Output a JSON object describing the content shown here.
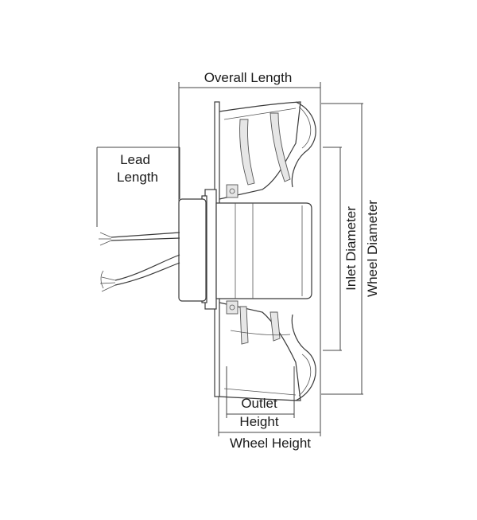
{
  "labels": {
    "overall_length": "Overall Length",
    "lead_length_line1": "Lead",
    "lead_length_line2": "Length",
    "inlet_diameter": "Inlet Diameter",
    "wheel_diameter": "Wheel Diameter",
    "outlet_height_line1": "Outlet",
    "outlet_height_line2": "Height",
    "wheel_height": "Wheel Height"
  },
  "colors": {
    "line": "#3a3a3a",
    "text": "#1a1a1a",
    "background": "#ffffff"
  }
}
